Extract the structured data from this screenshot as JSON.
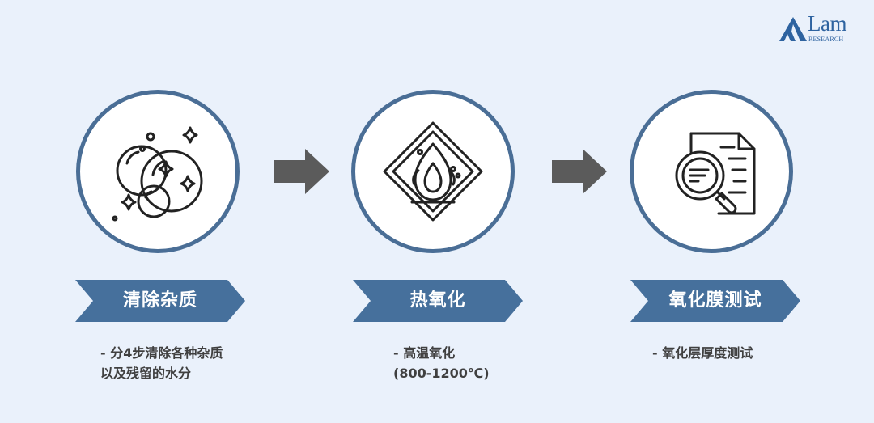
{
  "logo": {
    "name": "Lam",
    "sub": "RESEARCH",
    "color": "#2e63a0"
  },
  "colors": {
    "circle_border": "#4a6e96",
    "banner": "#46709c",
    "arrow": "#5b5b5b",
    "icon": "#222222"
  },
  "steps": [
    {
      "title": "清除杂质",
      "icon": "bubbles-sparkle-icon",
      "desc": [
        "- 分4步清除各种杂质",
        "以及残留的水分"
      ]
    },
    {
      "title": "热氧化",
      "icon": "flame-hazard-icon",
      "desc": [
        "- 高温氧化",
        "(800-1200℃)"
      ]
    },
    {
      "title": "氧化膜测试",
      "icon": "document-magnifier-icon",
      "desc": [
        "- 氧化层厚度测试"
      ]
    }
  ]
}
